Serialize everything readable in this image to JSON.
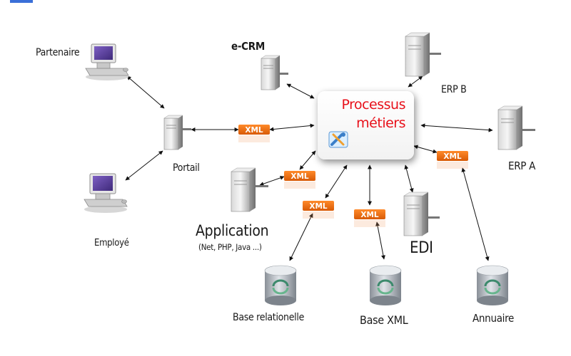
{
  "nodes": {
    "partenaire": "Partenaire",
    "ecrm": "e-CRM",
    "erp_b": "ERP B",
    "portail": "Portail",
    "erp_a": "ERP A",
    "employe": "Employé",
    "application": "Application",
    "application_sub": "(Net, PHP, Java ...)",
    "edi": "EDI",
    "base_relationelle": "Base relationelle",
    "base_xml": "Base XML",
    "annuaire": "Annuaire"
  },
  "center": {
    "line1": "Processus",
    "line2": "métiers"
  },
  "xml_badge": "XML",
  "colors": {
    "title_red": "#e8101a",
    "badge_orange": "#ee6d12",
    "screen_purple": "#5b3f9a",
    "db_green": "#3d8a6d"
  }
}
